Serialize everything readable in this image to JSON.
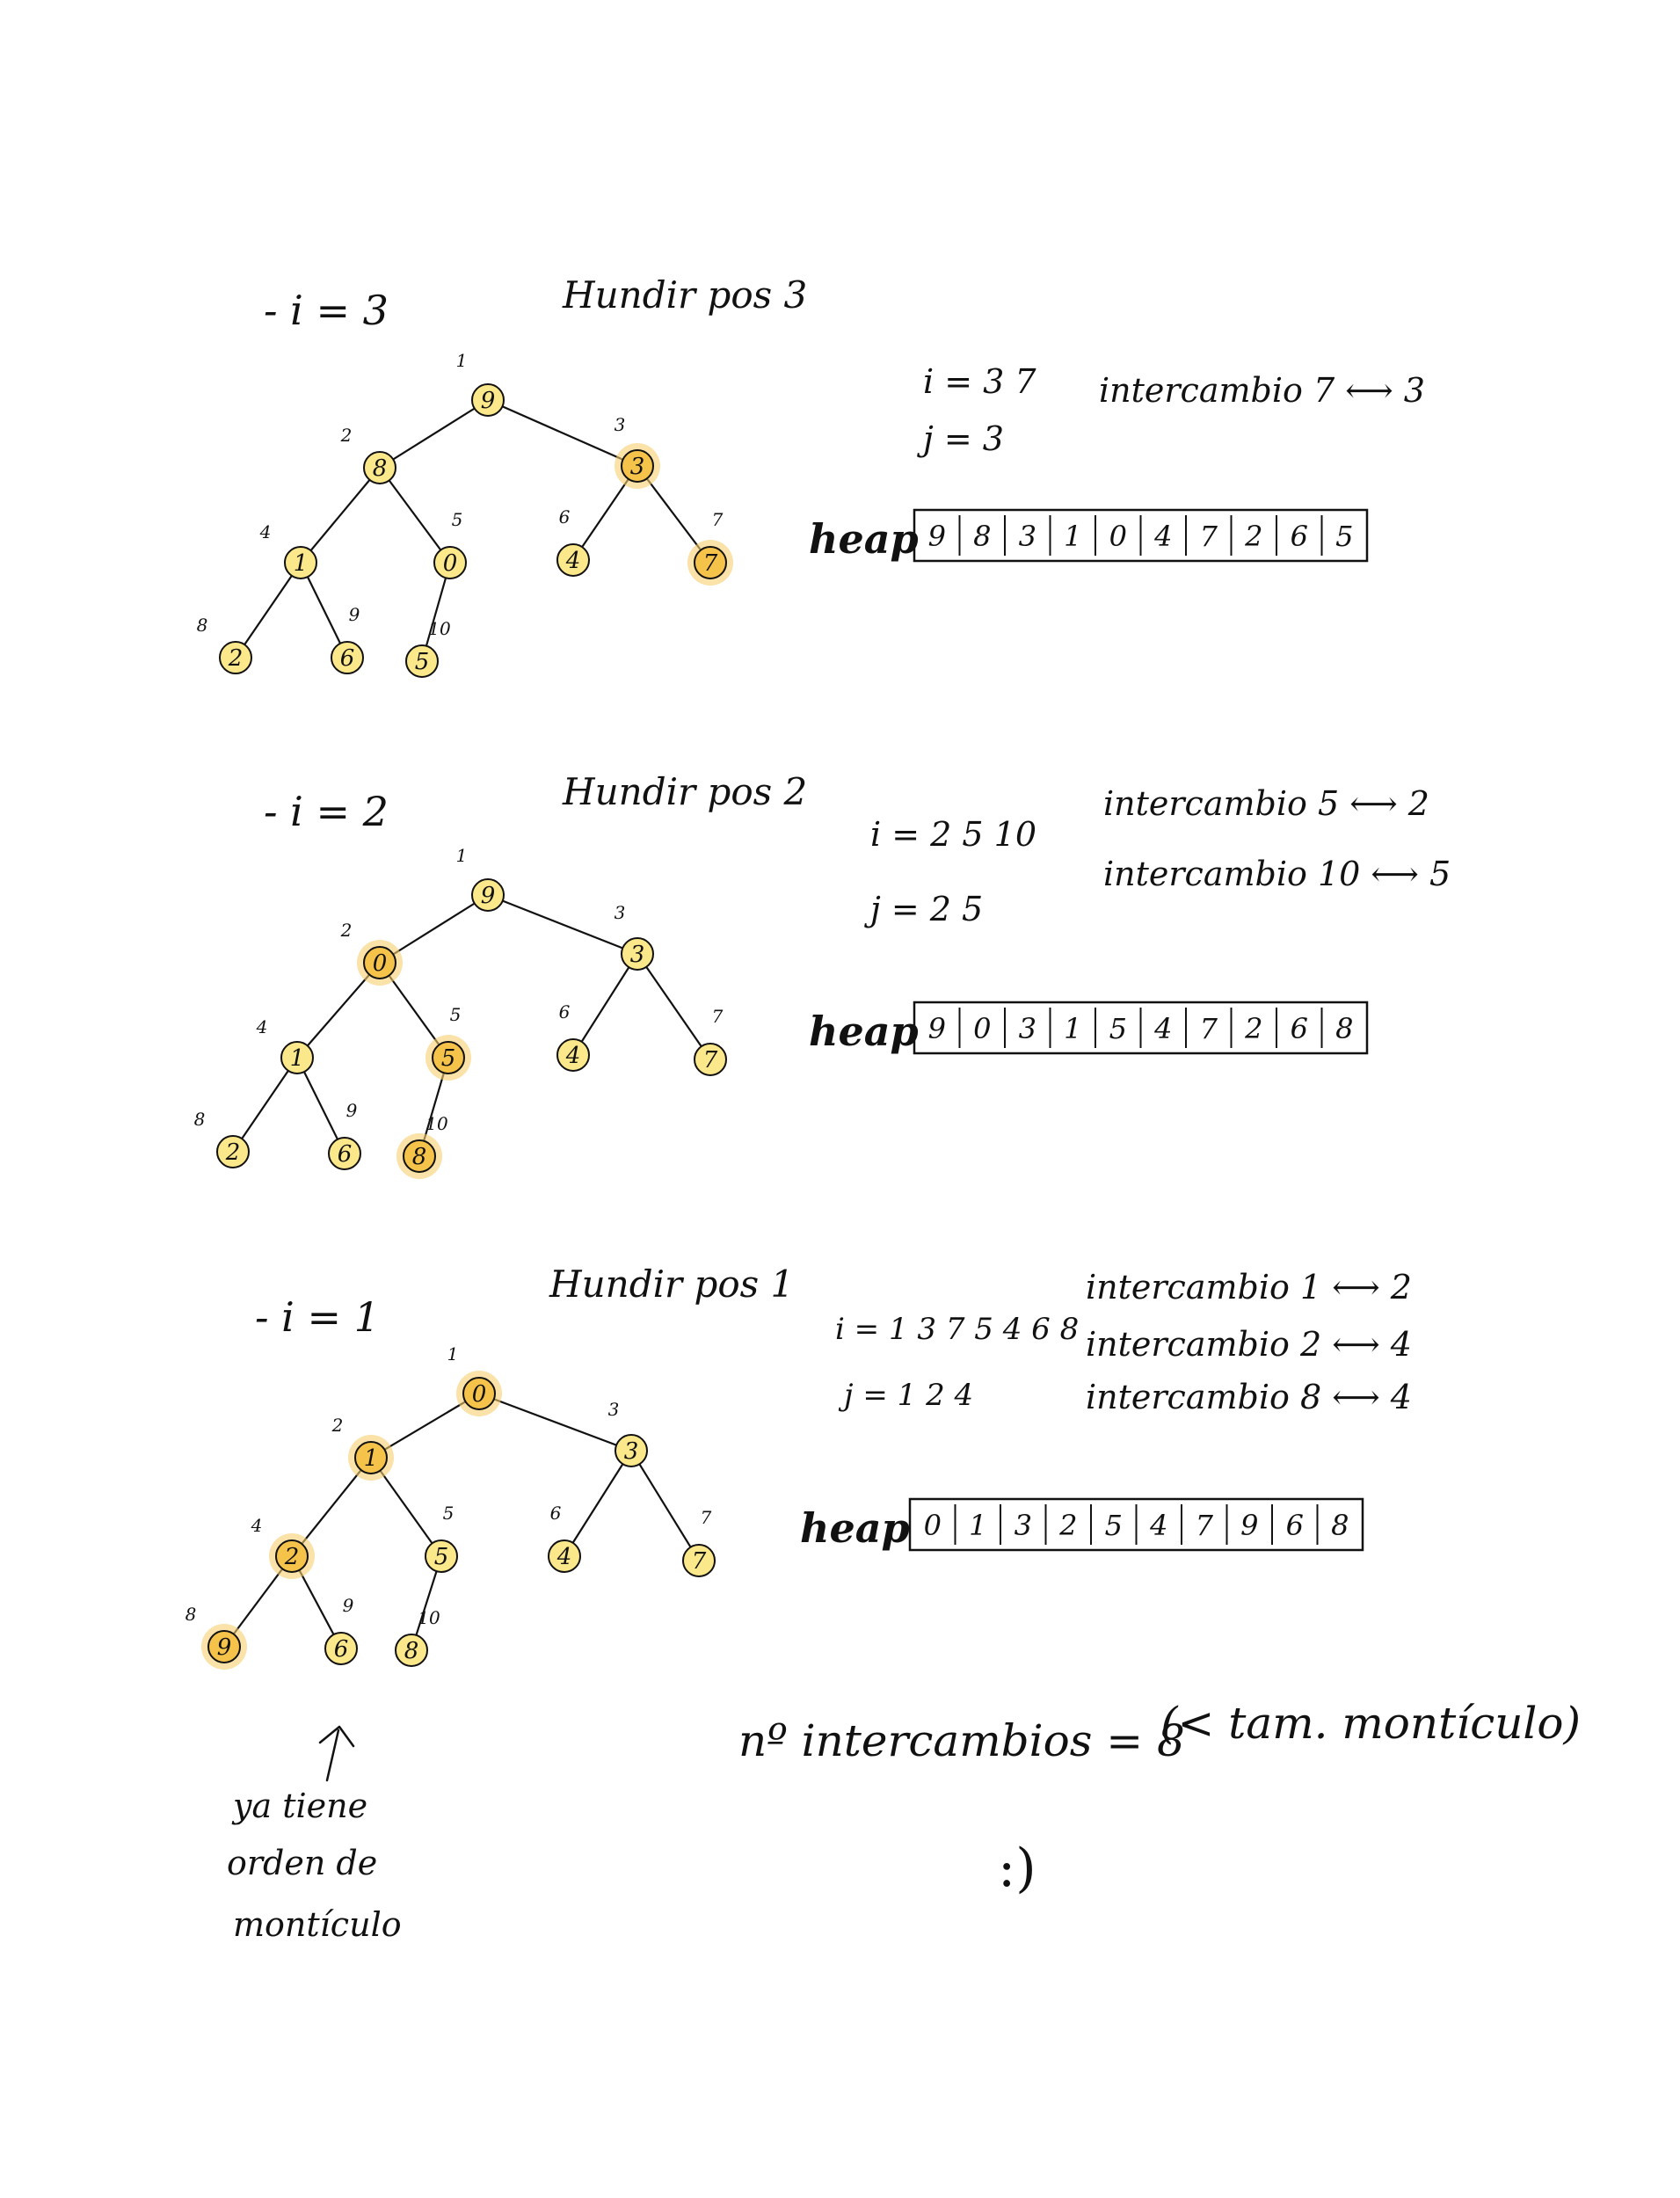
{
  "colors": {
    "node_fill": "#fbe88a",
    "node_highlight": "#f5c24a",
    "node_halo": "#f7cf6e",
    "ink": "#111111"
  },
  "steps": [
    {
      "heading": "- i = 3",
      "title": "Hundir pos 3",
      "vars": [
        "i = 3 7",
        "j = 3"
      ],
      "swaps": [
        "intercambio 7 ⟷ 3"
      ],
      "heap_label": "heap",
      "heap": [
        "9",
        "8",
        "3",
        "1",
        "0",
        "4",
        "7",
        "2",
        "6",
        "5"
      ],
      "tree": {
        "nodes": [
          {
            "pos": "1",
            "value": "9",
            "highlight": false
          },
          {
            "pos": "2",
            "value": "8",
            "highlight": false
          },
          {
            "pos": "3",
            "value": "3",
            "highlight": true
          },
          {
            "pos": "4",
            "value": "1",
            "highlight": false
          },
          {
            "pos": "5",
            "value": "0",
            "highlight": false
          },
          {
            "pos": "6",
            "value": "4",
            "highlight": false
          },
          {
            "pos": "7",
            "value": "7",
            "highlight": true
          },
          {
            "pos": "8",
            "value": "2",
            "highlight": false
          },
          {
            "pos": "9",
            "value": "6",
            "highlight": false
          },
          {
            "pos": "10",
            "value": "5",
            "highlight": false
          }
        ]
      }
    },
    {
      "heading": "- i = 2",
      "title": "Hundir pos 2",
      "vars": [
        "i = 2 5 10",
        "j = 2 5"
      ],
      "swaps": [
        "intercambio 5 ⟷ 2",
        "intercambio 10 ⟷ 5"
      ],
      "heap_label": "heap",
      "heap": [
        "9",
        "0",
        "3",
        "1",
        "5",
        "4",
        "7",
        "2",
        "6",
        "8"
      ],
      "tree": {
        "nodes": [
          {
            "pos": "1",
            "value": "9",
            "highlight": false
          },
          {
            "pos": "2",
            "value": "0",
            "highlight": true
          },
          {
            "pos": "3",
            "value": "3",
            "highlight": false
          },
          {
            "pos": "4",
            "value": "1",
            "highlight": false
          },
          {
            "pos": "5",
            "value": "5",
            "highlight": true
          },
          {
            "pos": "6",
            "value": "4",
            "highlight": false
          },
          {
            "pos": "7",
            "value": "7",
            "highlight": false
          },
          {
            "pos": "8",
            "value": "2",
            "highlight": false
          },
          {
            "pos": "9",
            "value": "6",
            "highlight": false
          },
          {
            "pos": "10",
            "value": "8",
            "highlight": true
          }
        ]
      }
    },
    {
      "heading": "- i = 1",
      "title": "Hundir pos 1",
      "vars": [
        "i = 1 3 7 5 4 6 8",
        "j = 1 2 4"
      ],
      "swaps": [
        "intercambio 1 ⟷ 2",
        "intercambio 2 ⟷ 4",
        "intercambio 8 ⟷ 4"
      ],
      "heap_label": "heap",
      "heap": [
        "0",
        "1",
        "3",
        "2",
        "5",
        "4",
        "7",
        "9",
        "6",
        "8"
      ],
      "tree": {
        "nodes": [
          {
            "pos": "1",
            "value": "0",
            "highlight": true
          },
          {
            "pos": "2",
            "value": "1",
            "highlight": true
          },
          {
            "pos": "3",
            "value": "3",
            "highlight": false
          },
          {
            "pos": "4",
            "value": "2",
            "highlight": true
          },
          {
            "pos": "5",
            "value": "5",
            "highlight": false
          },
          {
            "pos": "6",
            "value": "4",
            "highlight": false
          },
          {
            "pos": "7",
            "value": "7",
            "highlight": false
          },
          {
            "pos": "8",
            "value": "9",
            "highlight": true
          },
          {
            "pos": "9",
            "value": "6",
            "highlight": false
          },
          {
            "pos": "10",
            "value": "8",
            "highlight": false
          }
        ]
      }
    }
  ],
  "note": [
    "ya tiene",
    "orden de",
    "montículo"
  ],
  "summary": "nº intercambios = 8",
  "summary_note": "(< tam. montículo)",
  "smiley": ":)"
}
